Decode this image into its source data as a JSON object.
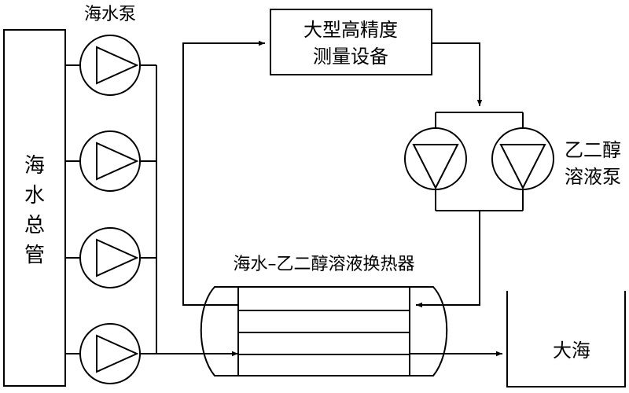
{
  "labels": {
    "seawater_pump": "海水泵",
    "main_pipe": "海水总管",
    "equipment_line1": "大型高精度",
    "equipment_line2": "测量设备",
    "glycol_pump_line1": "乙二醇",
    "glycol_pump_line2": "溶液泵",
    "heat_exchanger": "海水–乙二醇溶液换热器",
    "sea": "大海"
  }
}
